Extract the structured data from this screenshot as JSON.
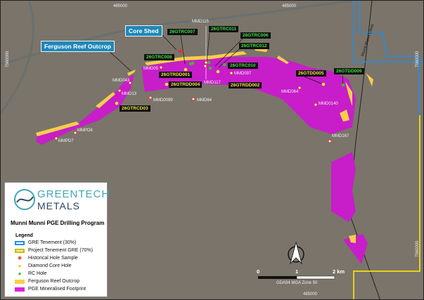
{
  "callouts": {
    "core_shed": "Core Shed",
    "ferguson": "Ferguson Reef Outcrop"
  },
  "rc_holes": [
    "26GTRC007",
    "26GTRC011",
    "26GTRC006",
    "26GTRC012",
    "26GTRC008",
    "26GTRC010",
    "26GTDD009"
  ],
  "dd_holes": [
    "26GTRDD001",
    "26GTRDD004",
    "26GTRDD002",
    "26GTRCD03",
    "26GTDD005"
  ],
  "historical": [
    "MMD115",
    "MMD05",
    "MMD097",
    "MMD117",
    "MMD0099",
    "MMD64",
    "MMD043",
    "MMD13",
    "MMPD6",
    "MMPD7",
    "MMD064",
    "MMD0140",
    "MMD167"
  ],
  "creek": "Munni Munni Creek",
  "coords": {
    "top1": "485000",
    "top2": "485000",
    "bottom": "485000",
    "left": "7560000",
    "right": "7560000",
    "right2": "7560000"
  },
  "scale": {
    "zero": "0",
    "one": "1",
    "two": "2 km",
    "projection": "GDA94 MGA Zone 50"
  },
  "legend": {
    "logo_top": "GREENTECH",
    "logo_bottom": "METALS",
    "title": "Munni Munni PGE Drilling Program",
    "heading": "Legend",
    "items": [
      "GRE Tenement (30%)",
      "Project Tenement GRE (70%)",
      "Historical Hole Sample",
      "Diamond Core Hole",
      "RC Hole",
      "Ferguson Reef Outcrop",
      "PGE Mineralised Footprint"
    ]
  },
  "colors": {
    "pge": "#c71ec9",
    "reef": "#f6cf4a",
    "gre": "#1e8fe8",
    "project": "#e6d11a",
    "rc": "#2fbf2f",
    "dd": "#f1df3a"
  }
}
